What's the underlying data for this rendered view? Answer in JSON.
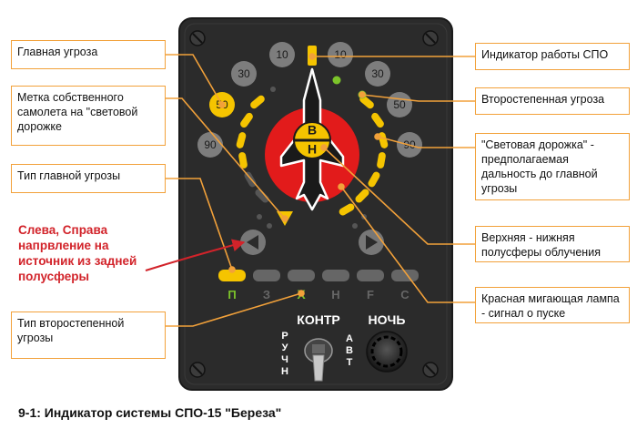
{
  "callouts": {
    "main_threat": "Главная угроза",
    "own_aircraft_mark": "Метка собственного самолета на \"световой дорожке",
    "main_threat_type": "Тип главной угрозы",
    "secondary_threat_type": "Тип второстепенной угрозы",
    "spo_indicator": "Индикатор работы СПО",
    "secondary_threat": "Второстепенная угроза",
    "light_track": "\"Световая дорожка\" - предполагаемая дальность до главной угрозы",
    "hemispheres": "Верхняя - нижняя полусферы облучения",
    "red_lamp": "Красная мигающая лампа - сигнал о пуске"
  },
  "red_note": "Слева, Справа напрвление на источник из задней полусферы",
  "caption": "9-1: Индикатор системы СПО-15 \"Береза\"",
  "panel": {
    "dials": {
      "d10l": "10",
      "d10r": "10",
      "d30l": "30",
      "d30r": "30",
      "d50l": "50",
      "d50r": "50",
      "d90l": "90",
      "d90r": "90"
    },
    "hemi_upper": "В",
    "hemi_lower": "Н",
    "type_letters": [
      "П",
      "З",
      "Х",
      "Н",
      "F",
      "С"
    ],
    "switch_label_top": "КОНТР",
    "switch_label_left": "РУЧН",
    "switch_label_right": "АВТ",
    "knob_label": "НОЧЬ"
  },
  "colors": {
    "accent": "#f2a13a",
    "lamp_yellow": "#f5c400",
    "lamp_red": "#e21b1b",
    "lamp_green": "#7cc42a",
    "panel": "#2b2b2b"
  },
  "icons": [
    "left-arrow-lamp",
    "right-arrow-lamp",
    "aircraft-icon",
    "toggle-switch",
    "night-knob",
    "panel-screw"
  ]
}
